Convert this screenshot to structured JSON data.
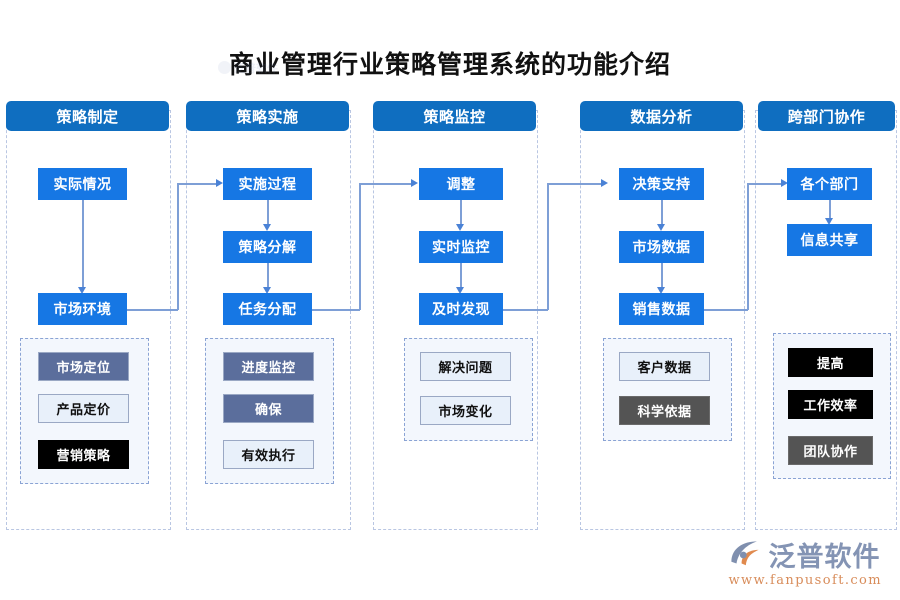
{
  "title": "商业管理行业策略管理系统的功能介绍",
  "colors": {
    "header_blue": "#0f6ec0",
    "node_blue": "#1677e4",
    "connector": "#7e9fd6",
    "panel_bg": "#f3f7fd",
    "dashed_border": "#8aa3d4",
    "chip_slate": "#5b6e9c",
    "chip_light": "#e8f0fa",
    "chip_black": "#000000",
    "chip_gray": "#545454",
    "logo_text": "#8494b4",
    "logo_url": "#d88c5a"
  },
  "columns": [
    {
      "header": "策略制定",
      "nodes": [
        "实际情况",
        "市场环境"
      ],
      "chips": [
        {
          "label": "市场定位",
          "style": "slate"
        },
        {
          "label": "产品定价",
          "style": "light"
        },
        {
          "label": "营销策略",
          "style": "black"
        }
      ]
    },
    {
      "header": "策略实施",
      "nodes": [
        "实施过程",
        "策略分解",
        "任务分配"
      ],
      "chips": [
        {
          "label": "进度监控",
          "style": "slate"
        },
        {
          "label": "确保",
          "style": "slate"
        },
        {
          "label": "有效执行",
          "style": "light"
        }
      ]
    },
    {
      "header": "策略监控",
      "nodes": [
        "调整",
        "实时监控",
        "及时发现"
      ],
      "chips": [
        {
          "label": "解决问题",
          "style": "light"
        },
        {
          "label": "市场变化",
          "style": "light"
        }
      ]
    },
    {
      "header": "数据分析",
      "nodes": [
        "决策支持",
        "市场数据",
        "销售数据"
      ],
      "chips": [
        {
          "label": "客户数据",
          "style": "light"
        },
        {
          "label": "科学依据",
          "style": "gray"
        }
      ]
    },
    {
      "header": "跨部门协作",
      "nodes": [
        "各个部门",
        "信息共享"
      ],
      "chips": [
        {
          "label": "提高",
          "style": "black"
        },
        {
          "label": "工作效率",
          "style": "black"
        },
        {
          "label": "团队协作",
          "style": "gray"
        }
      ]
    }
  ],
  "watermark": "泛普软件",
  "logo": {
    "name": "泛普软件",
    "url": "www.fanpusoft.com"
  }
}
